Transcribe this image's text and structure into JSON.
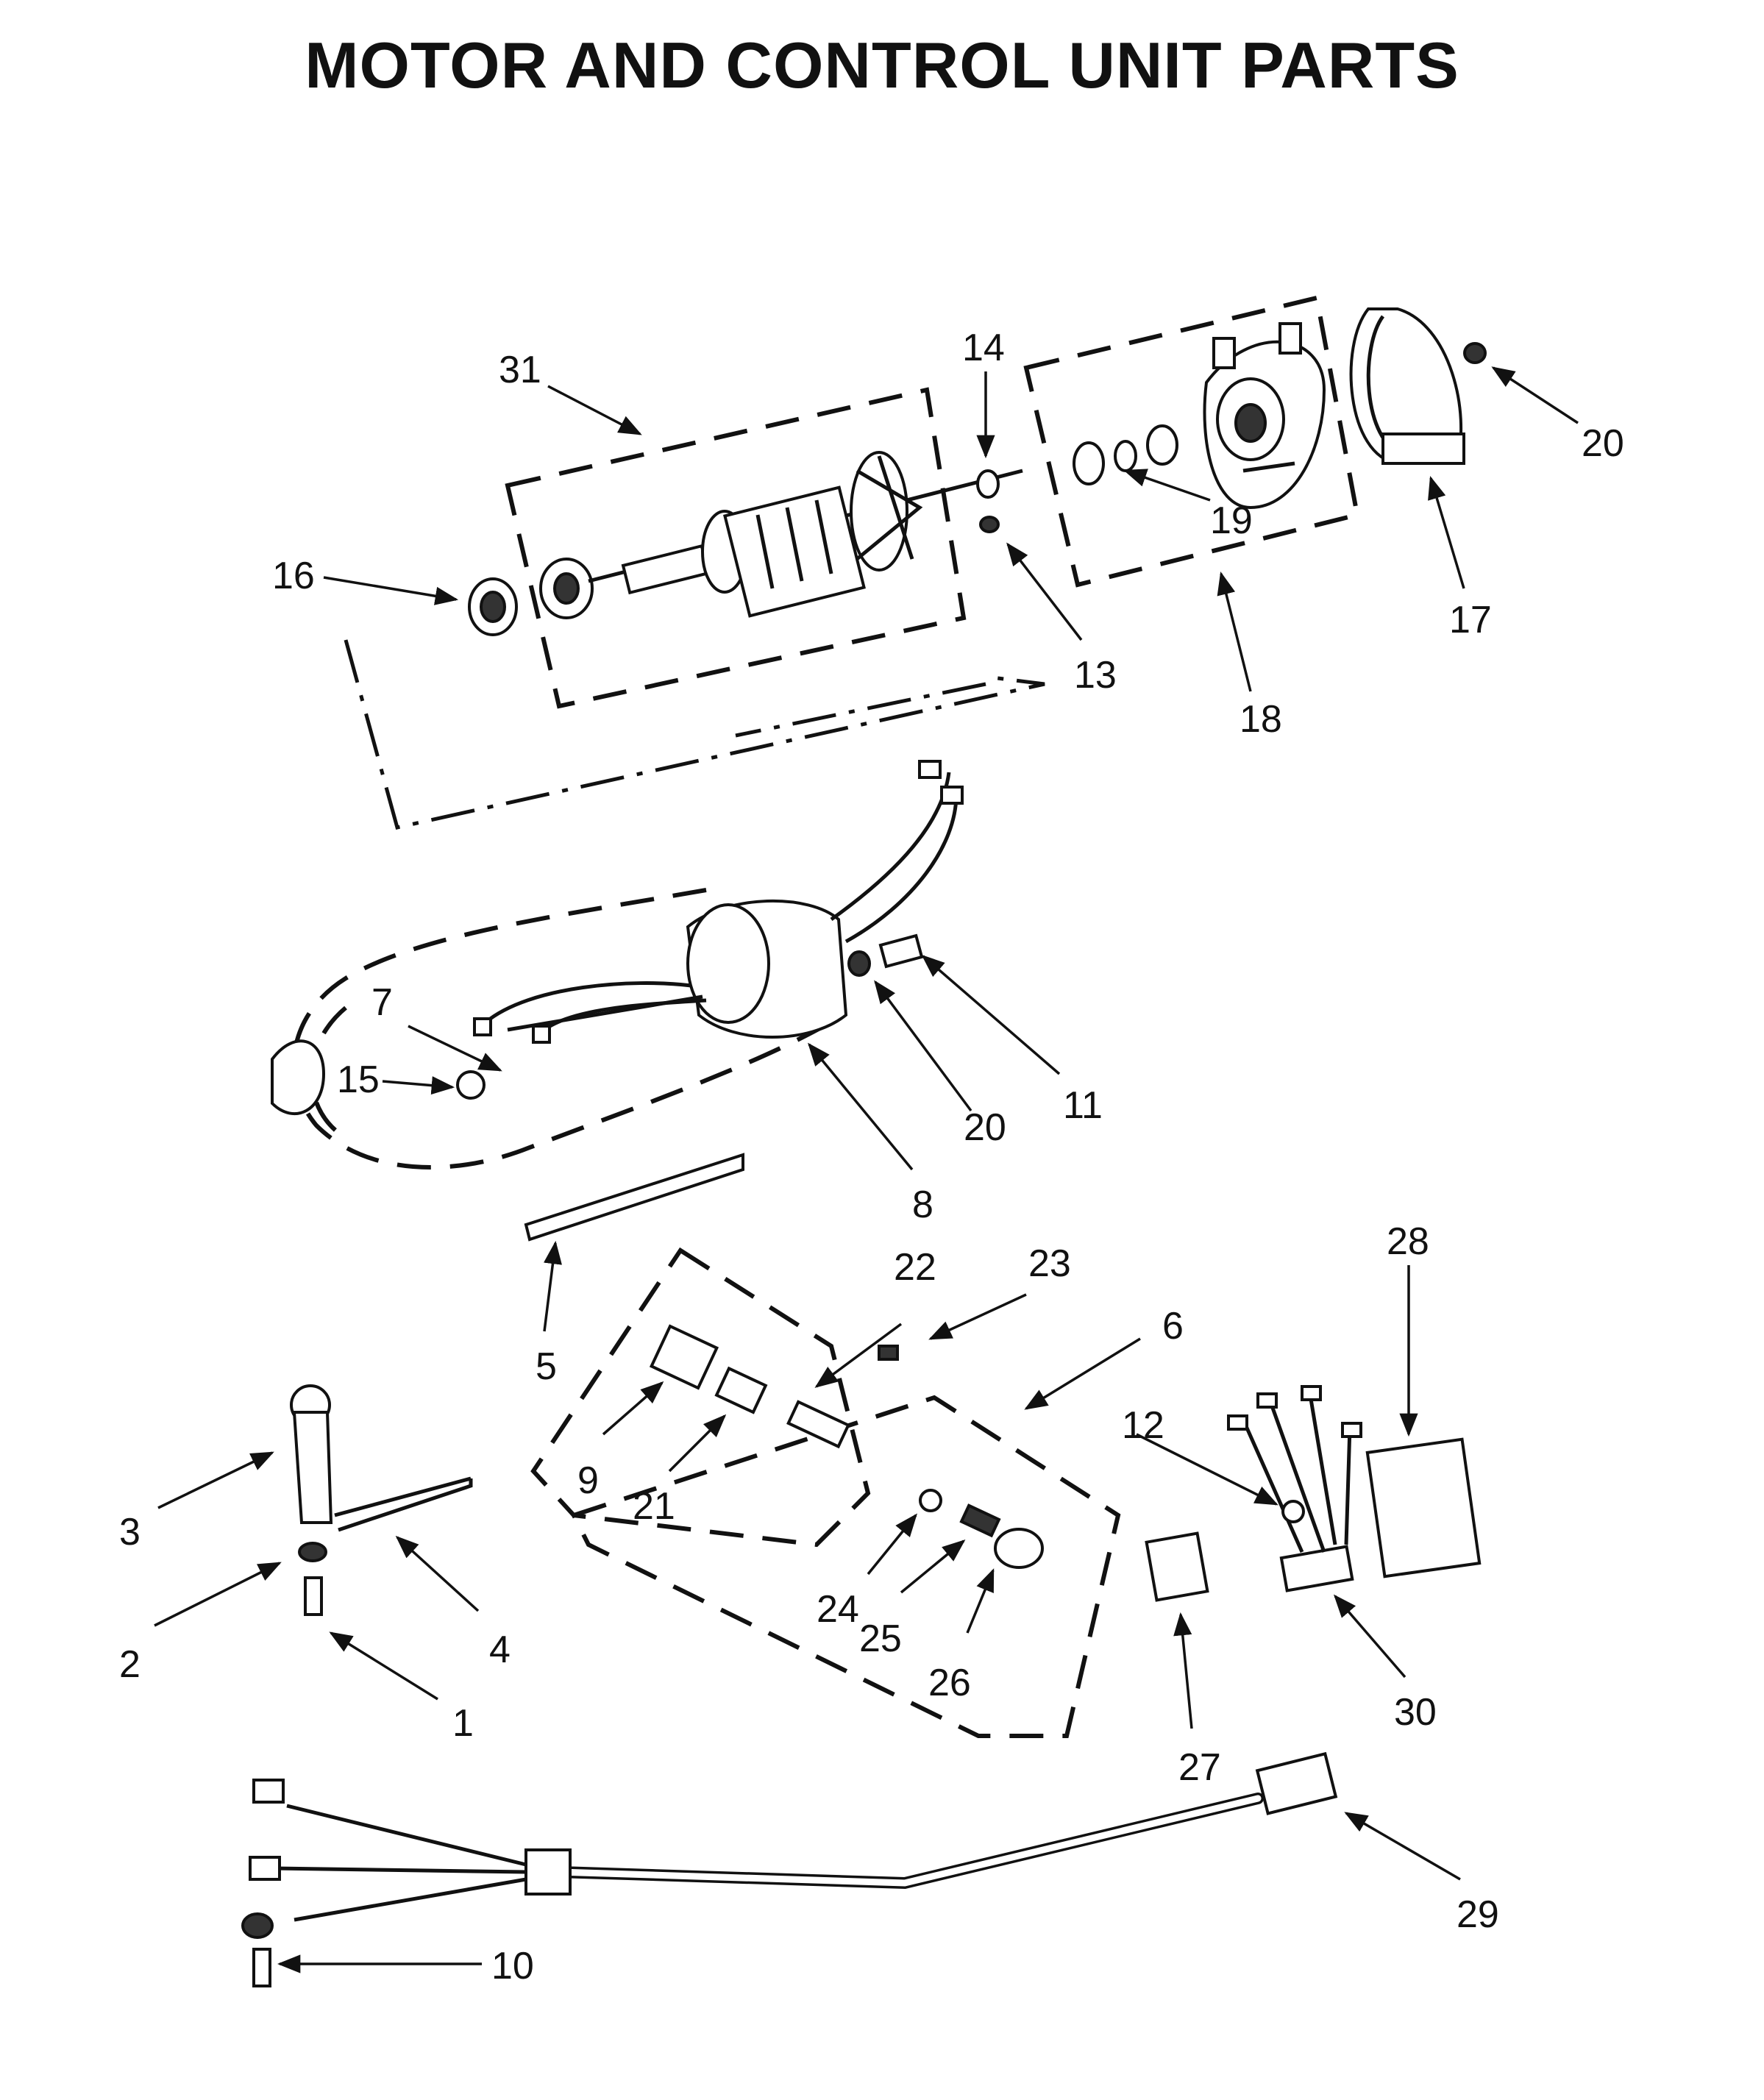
{
  "title": "MOTOR AND CONTROL UNIT PARTS",
  "callouts": [
    "1",
    "2",
    "3",
    "4",
    "5",
    "6",
    "7",
    "8",
    "9",
    "10",
    "11",
    "12",
    "13",
    "14",
    "15",
    "16",
    "17",
    "18",
    "19",
    "20",
    "21",
    "22",
    "23",
    "24",
    "25",
    "26",
    "27",
    "28",
    "29",
    "30",
    "31"
  ]
}
